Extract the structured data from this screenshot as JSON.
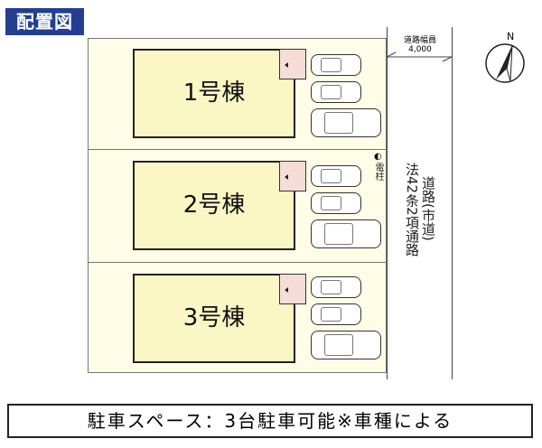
{
  "title": "配置図",
  "buildings": [
    "1号棟",
    "2号棟",
    "3号棟"
  ],
  "road": {
    "width_label": "道路幅員",
    "width_value": "4,000",
    "type_main": "法42条2項通路",
    "type_sub": "道路(市道)"
  },
  "pole_label": "電柱",
  "compass": "N",
  "parking_note": "駐車スペース：3台駐車可能※車種による"
}
